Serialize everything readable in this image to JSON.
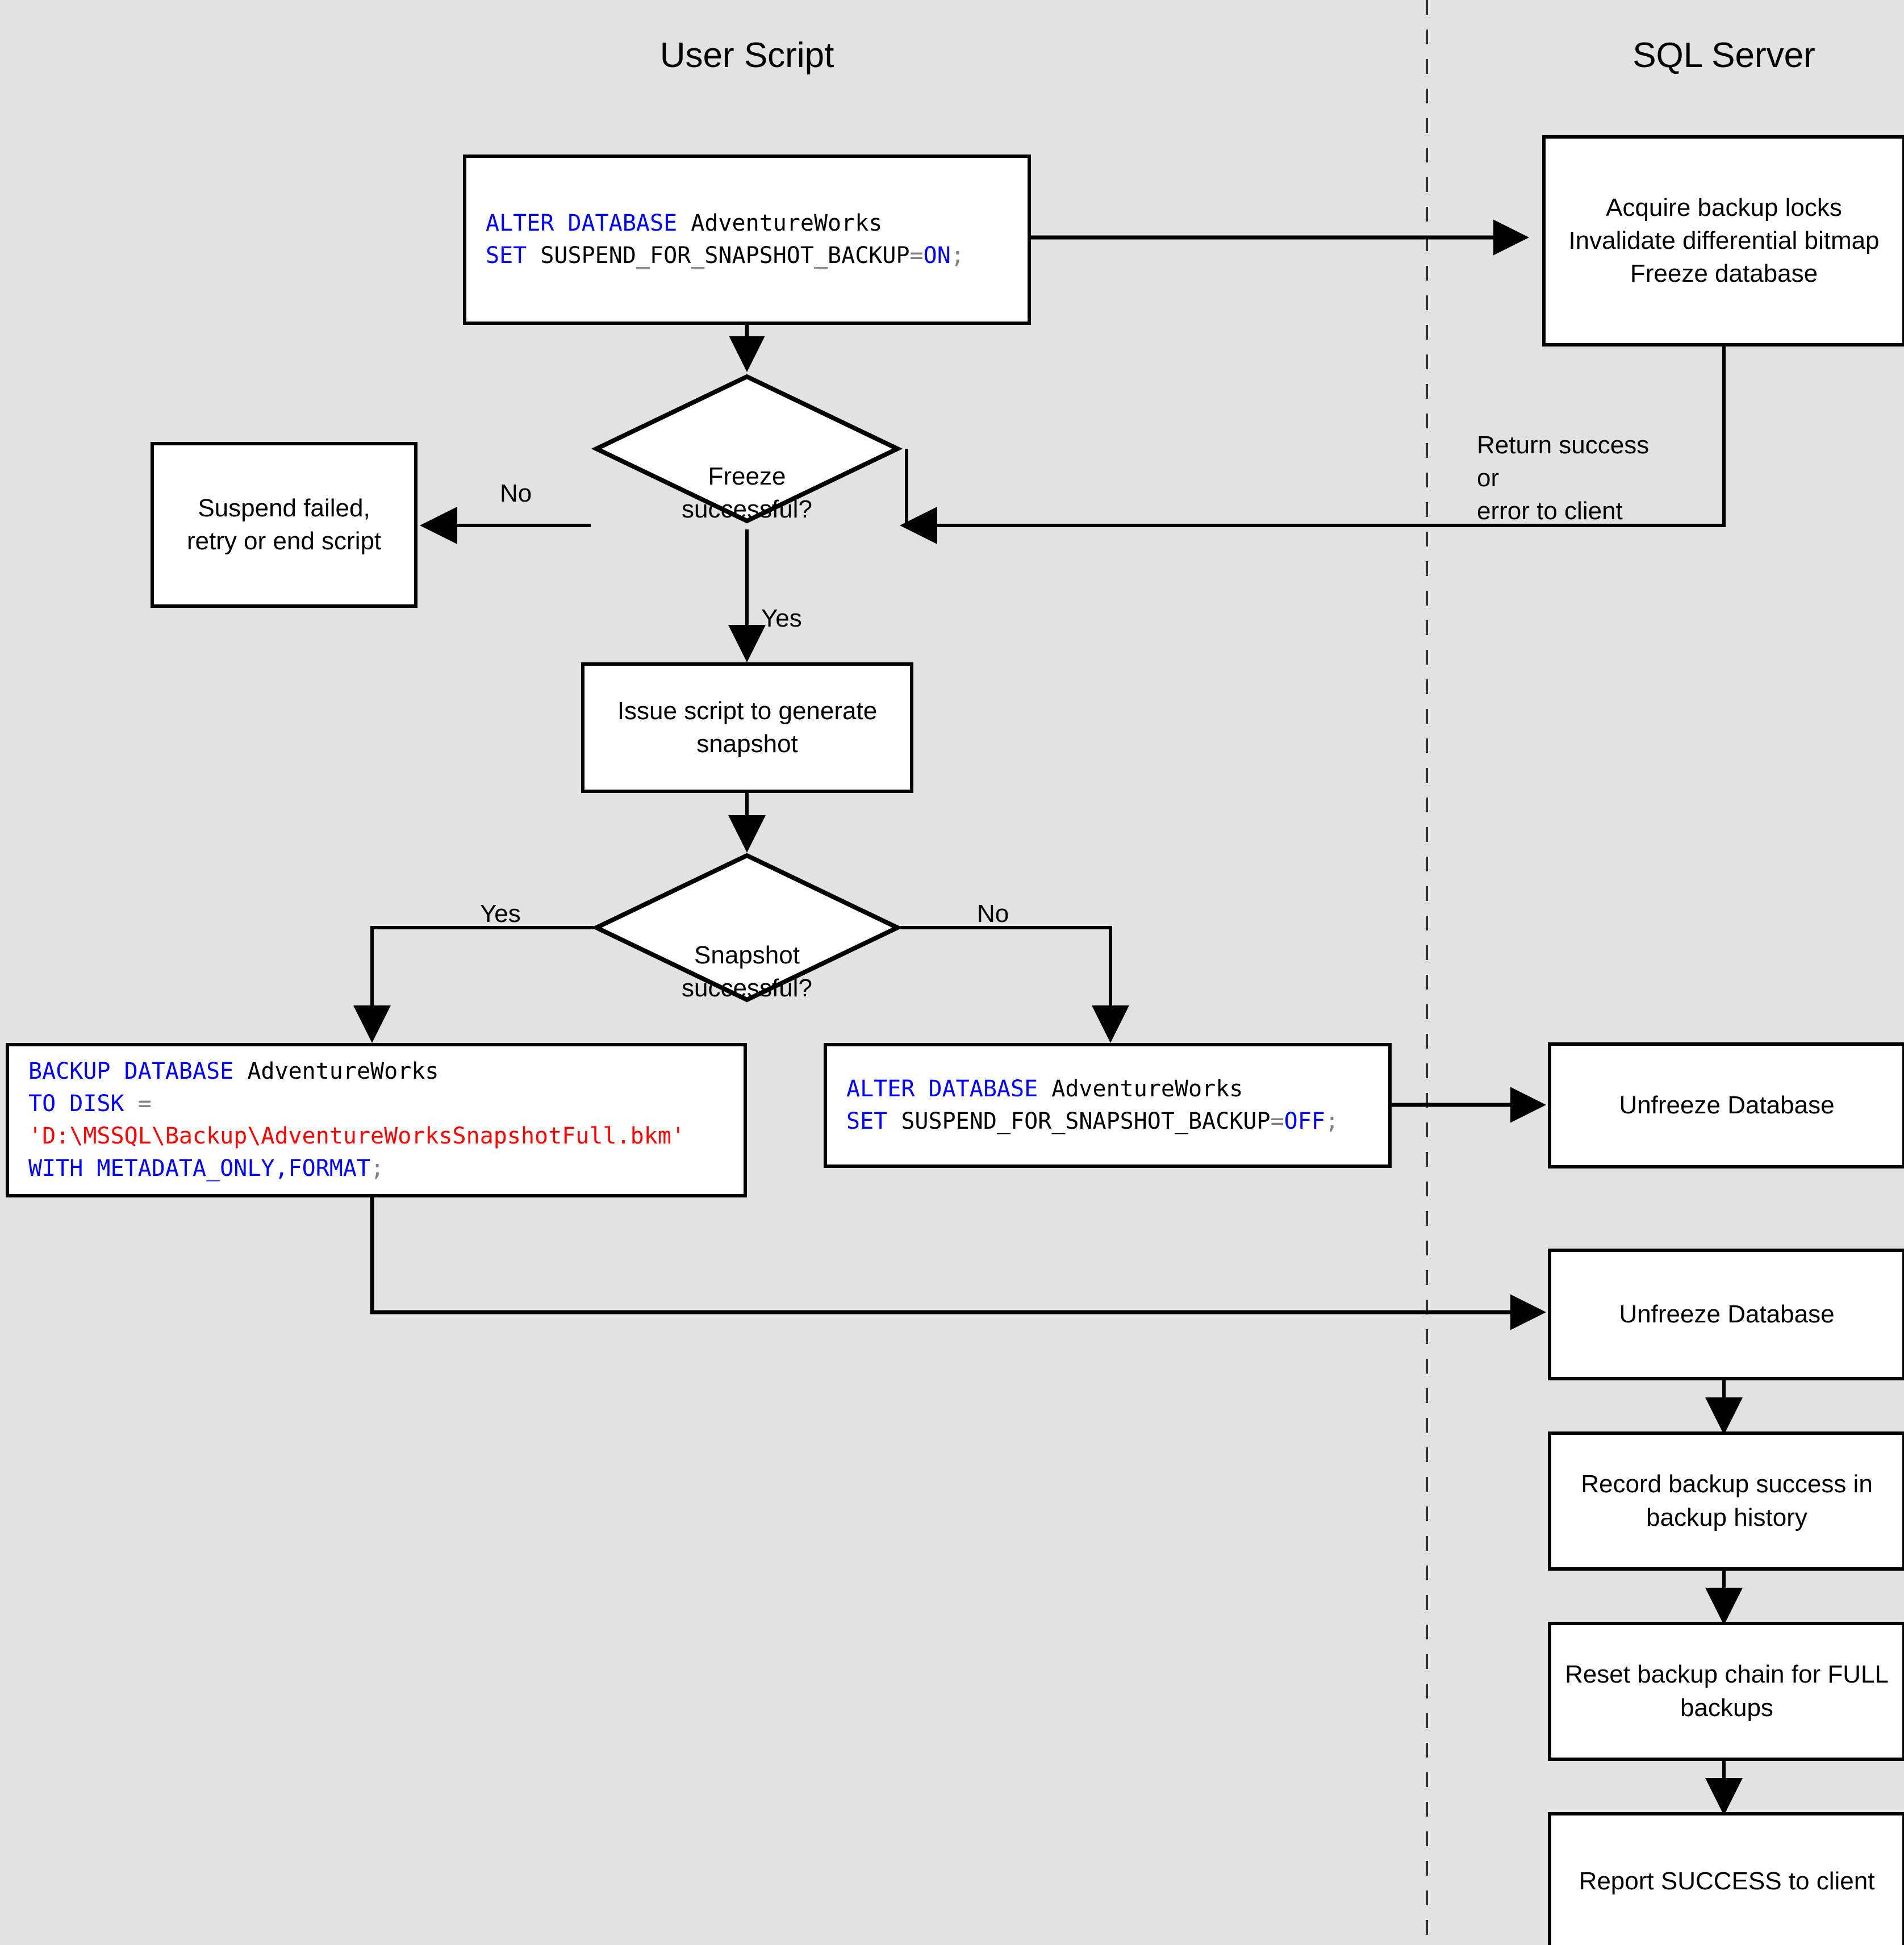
{
  "lanes": {
    "user_script": "User Script",
    "sql_server": "SQL Server"
  },
  "colors": {
    "background": "#e2e2e2",
    "node_fill": "#ffffff",
    "stroke": "#000000",
    "keyword": "#0000ff",
    "string": "#ff0000",
    "punctuation": "#808080"
  },
  "nodes": {
    "alter_on": {
      "line1_kw": "ALTER DATABASE",
      "line1_rest": " AdventureWorks",
      "line2_kw": "SET",
      "line2_rest": " SUSPEND_FOR_SNAPSHOT_BACKUP",
      "line2_eq": "=",
      "line2_val": "ON",
      "line2_end": ";"
    },
    "acquire_locks": "Acquire backup locks\nInvalidate differential bitmap\nFreeze database",
    "suspend_failed": "Suspend failed,\nretry or end script",
    "freeze_decision": "Freeze\nsuccessful?",
    "issue_script": "Issue script to generate\nsnapshot",
    "snapshot_decision": "Snapshot\nsuccessful?",
    "backup_database": {
      "line1_kw": "BACKUP DATABASE",
      "line1_rest": " AdventureWorks",
      "line2_kw": "TO DISK ",
      "line2_eq": "=",
      "line3_str": "'D:\\MSSQL\\Backup\\AdventureWorksSnapshotFull.bkm'",
      "line4_kw": "WITH METADATA_ONLY,FORMAT",
      "line4_end": ";"
    },
    "alter_off": {
      "line1_kw": "ALTER DATABASE",
      "line1_rest": " AdventureWorks",
      "line2_kw": "SET",
      "line2_rest": " SUSPEND_FOR_SNAPSHOT_BACKUP",
      "line2_eq": "=",
      "line2_val": "OFF",
      "line2_end": ";"
    },
    "unfreeze_1": "Unfreeze Database",
    "unfreeze_2": "Unfreeze Database",
    "record_backup": "Record backup success in\nbackup history",
    "reset_chain": "Reset backup chain for FULL\nbackups",
    "report_success": "Report SUCCESS to client"
  },
  "edge_labels": {
    "freeze_no": "No",
    "freeze_yes": "Yes",
    "snapshot_yes": "Yes",
    "snapshot_no": "No",
    "return_status": "Return success or\nerror to client"
  }
}
